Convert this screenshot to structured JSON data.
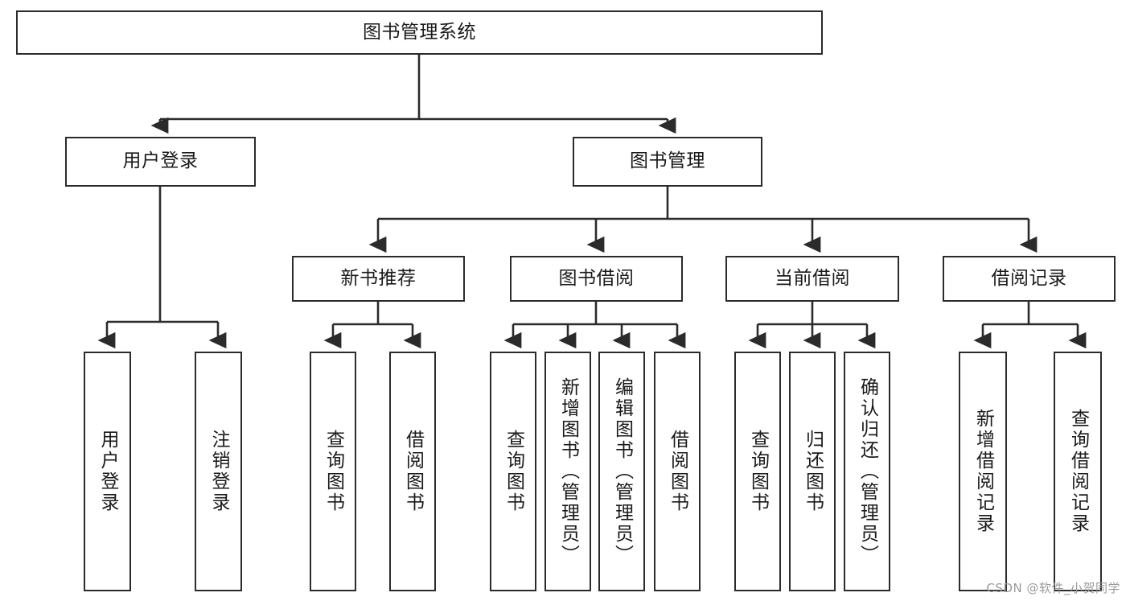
{
  "diagram": {
    "title": "图书管理系统",
    "type": "tree",
    "watermark": "CSDN @软件_小贺同学",
    "style": {
      "border_color": "#2b2b2b",
      "fill_color": "#ffffff",
      "text_color": "#1a1a1a",
      "background": "#ffffff",
      "watermark_color": "#9a9a9a"
    },
    "nodes": {
      "root": {
        "label": "图书管理系统",
        "level": 0,
        "orientation": "horizontal"
      },
      "l1": [
        {
          "id": "user_login",
          "label": "用户登录",
          "level": 1,
          "orientation": "horizontal"
        },
        {
          "id": "book_manage",
          "label": "图书管理",
          "level": 1,
          "orientation": "horizontal"
        }
      ],
      "l2": [
        {
          "id": "new_book_rec",
          "label": "新书推荐",
          "level": 2,
          "orientation": "horizontal",
          "parent": "book_manage"
        },
        {
          "id": "book_borrow",
          "label": "图书借阅",
          "level": 2,
          "orientation": "horizontal",
          "parent": "book_manage"
        },
        {
          "id": "current_borrow",
          "label": "当前借阅",
          "level": 2,
          "orientation": "horizontal",
          "parent": "book_manage"
        },
        {
          "id": "borrow_record",
          "label": "借阅记录",
          "level": 2,
          "orientation": "horizontal",
          "parent": "book_manage"
        }
      ],
      "leaves": [
        {
          "id": "leaf_user_login",
          "label": "用户登录",
          "parent": "user_login",
          "orientation": "vertical"
        },
        {
          "id": "leaf_user_logout",
          "label": "注销登录",
          "parent": "user_login",
          "orientation": "vertical"
        },
        {
          "id": "leaf_query_book_1",
          "label": "查询图书",
          "parent": "new_book_rec",
          "orientation": "vertical"
        },
        {
          "id": "leaf_borrow_book_1",
          "label": "借阅图书",
          "parent": "new_book_rec",
          "orientation": "vertical"
        },
        {
          "id": "leaf_query_book_2",
          "label": "查询图书",
          "parent": "book_borrow",
          "orientation": "vertical"
        },
        {
          "id": "leaf_add_book",
          "label": "新增图书（管理员）",
          "parent": "book_borrow",
          "orientation": "vertical"
        },
        {
          "id": "leaf_edit_book",
          "label": "编辑图书（管理员）",
          "parent": "book_borrow",
          "orientation": "vertical"
        },
        {
          "id": "leaf_borrow_book_2",
          "label": "借阅图书",
          "parent": "book_borrow",
          "orientation": "vertical"
        },
        {
          "id": "leaf_query_book_3",
          "label": "查询图书",
          "parent": "current_borrow",
          "orientation": "vertical"
        },
        {
          "id": "leaf_return_book",
          "label": "归还图书",
          "parent": "current_borrow",
          "orientation": "vertical"
        },
        {
          "id": "leaf_confirm_return",
          "label": "确认归还（管理员）",
          "parent": "current_borrow",
          "orientation": "vertical"
        },
        {
          "id": "leaf_add_record",
          "label": "新增借阅记录",
          "parent": "borrow_record",
          "orientation": "vertical"
        },
        {
          "id": "leaf_query_record",
          "label": "查询借阅记录",
          "parent": "borrow_record",
          "orientation": "vertical"
        }
      ]
    }
  }
}
